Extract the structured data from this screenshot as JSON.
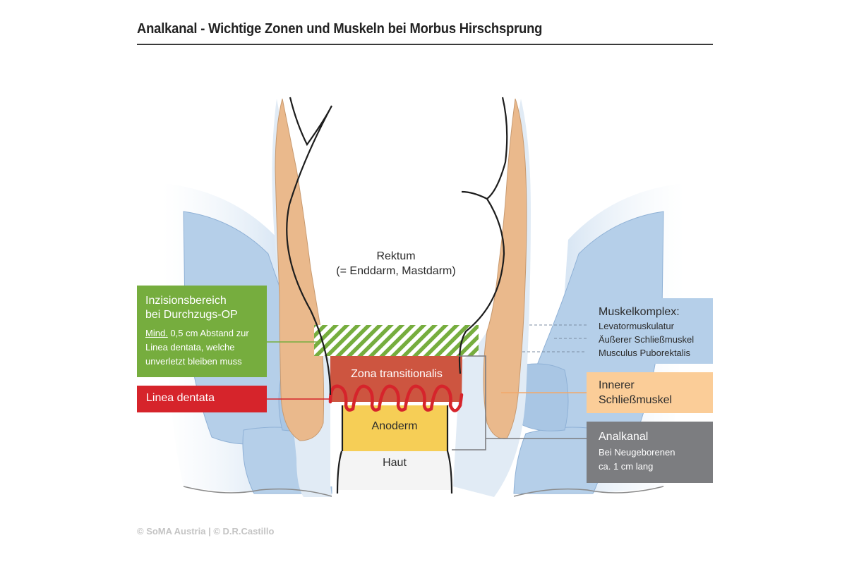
{
  "title": "Analkanal - Wichtige Zonen und Muskeln bei Morbus Hirschsprung",
  "credit": "© SoMA Austria | © D.R.Castillo",
  "labels": {
    "rektum_line1": "Rektum",
    "rektum_line2": "(= Enddarm, Mastdarm)",
    "zona": "Zona transitionalis",
    "anoderm": "Anoderm",
    "haut": "Haut"
  },
  "callouts": {
    "incision": {
      "heading_line1": "Inzisionsbereich",
      "heading_line2": "bei Durchzugs-OP",
      "detail_underlined": "Mind.",
      "detail_rest": " 0,5 cm Abstand zur",
      "detail_line2": "Linea dentata, welche",
      "detail_line3": "unverletzt bleiben muss"
    },
    "linea_dentata": "Linea dentata",
    "muskelkomplex": {
      "heading": "Muskelkomplex:",
      "items": [
        "Levatormuskulatur",
        "Äußerer Schließmuskel",
        "Musculus Puborektalis"
      ]
    },
    "innerer": {
      "line1": "Innerer",
      "line2": "Schließmuskel"
    },
    "analkanal": {
      "heading": "Analkanal",
      "detail_line1": "Bei Neugeborenen",
      "detail_line2": "ca. 1 cm lang"
    }
  },
  "colors": {
    "incision": "#76ad3e",
    "linea_dentata": "#d6242b",
    "muskelkomplex": "#b5cfe9",
    "innerer": "#fbcd98",
    "analkanal": "#7c7d80",
    "zona": "#cd5540",
    "anoderm": "#f6ce56"
  }
}
